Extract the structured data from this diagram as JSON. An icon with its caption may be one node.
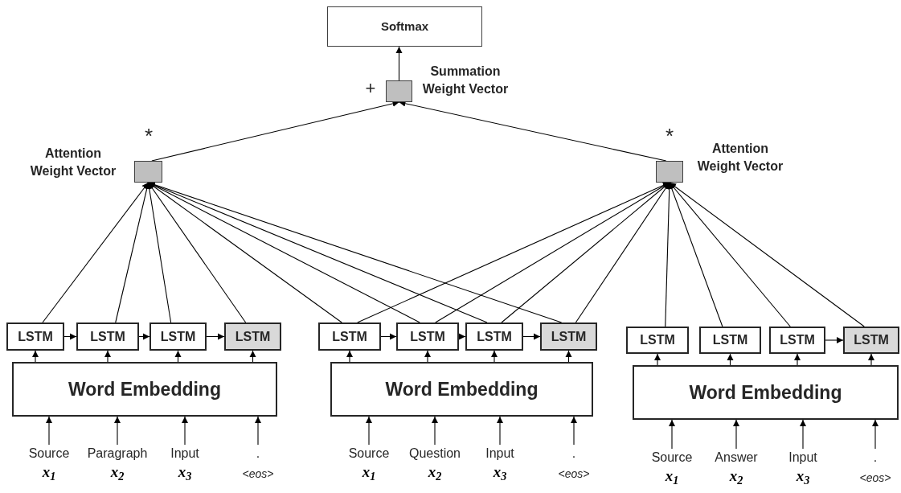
{
  "diagram": {
    "nodes": [
      {
        "text": [
          "Softmax"
        ]
      },
      {
        "text": [],
        "shape": "box",
        "beside": [
          "+",
          "Summation Weight Vector"
        ]
      },
      {
        "text": [],
        "shape": "box",
        "beside": [
          "*",
          "Attention Weight Vector"
        ]
      },
      {
        "text": [],
        "shape": "box",
        "beside": [
          "*",
          "Attention Weight Vector"
        ]
      },
      {
        "text": [
          "LSTM"
        ]
      },
      {
        "text": [
          "LSTM"
        ]
      },
      {
        "text": [
          "LSTM"
        ]
      },
      {
        "text": [
          "LSTM"
        ]
      },
      {
        "text": [
          "Word Embedding"
        ]
      },
      {
        "text": [
          "LSTM"
        ]
      },
      {
        "text": [
          "LSTM"
        ]
      },
      {
        "text": [
          "LSTM"
        ]
      },
      {
        "text": [
          "LSTM"
        ]
      },
      {
        "text": [
          "Word Embedding"
        ]
      },
      {
        "text": [
          "LSTM"
        ]
      },
      {
        "text": [
          "LSTM"
        ]
      },
      {
        "text": [
          "LSTM"
        ]
      },
      {
        "text": [
          "LSTM"
        ]
      },
      {
        "text": [
          "Word Embedding"
        ]
      },
      {
        "text": [
          "Source",
          "x$_{1}$"
        ]
      },
      {
        "text": [
          "Paragraph",
          "x$_{2}$"
        ]
      },
      {
        "text": [
          "Input",
          "x$_{3}$"
        ]
      },
      {
        "text": [
          ".",
          "<eos>"
        ]
      },
      {
        "text": [
          "Source",
          "x$_{1}$"
        ]
      },
      {
        "text": [
          "Question",
          "x$_{2}$"
        ]
      },
      {
        "text": [
          "Input",
          "x$_{3}$"
        ]
      },
      {
        "text": [
          ".",
          "<eos>"
        ]
      },
      {
        "text": [
          "Source",
          "x$_{1}$"
        ]
      },
      {
        "text": [
          "Answer",
          "x$_{2}$"
        ]
      },
      {
        "text": [
          "Input",
          "x$_{3}$"
        ]
      },
      {
        "text": [
          ".",
          "<eos>"
        ]
      }
    ],
    "edges": [
      {
        "from": 1,
        "to": 0,
        "arrow": "to"
      },
      {
        "from": 2,
        "to": 1,
        "arrow": "to"
      },
      {
        "from": 3,
        "to": 1,
        "arrow": "to"
      },
      {
        "from": 4,
        "to": 2,
        "arrow": "to"
      },
      {
        "from": 5,
        "to": 2,
        "arrow": "to"
      },
      {
        "from": 6,
        "to": 2,
        "arrow": "to"
      },
      {
        "from": 7,
        "to": 2,
        "arrow": "to"
      },
      {
        "from": 9,
        "to": 2,
        "arrow": "to"
      },
      {
        "from": 10,
        "to": 2,
        "arrow": "to"
      },
      {
        "from": 11,
        "to": 2,
        "arrow": "to"
      },
      {
        "from": 12,
        "to": 2,
        "arrow": "to"
      },
      {
        "from": 9,
        "to": 3,
        "arrow": "to"
      },
      {
        "from": 10,
        "to": 3,
        "arrow": "to"
      },
      {
        "from": 11,
        "to": 3,
        "arrow": "to"
      },
      {
        "from": 12,
        "to": 3,
        "arrow": "to"
      },
      {
        "from": 14,
        "to": 3,
        "arrow": "to"
      },
      {
        "from": 15,
        "to": 3,
        "arrow": "to"
      },
      {
        "from": 16,
        "to": 3,
        "arrow": "to"
      },
      {
        "from": 17,
        "to": 3,
        "arrow": "to"
      },
      {
        "from": 4,
        "to": 5,
        "arrow": "to"
      },
      {
        "from": 5,
        "to": 6,
        "arrow": "to"
      },
      {
        "from": 6,
        "to": 7,
        "arrow": "to"
      },
      {
        "from": 9,
        "to": 10,
        "arrow": "to"
      },
      {
        "from": 10,
        "to": 11,
        "arrow": "to"
      },
      {
        "from": 11,
        "to": 12,
        "arrow": "to"
      },
      {
        "from": 16,
        "to": 17,
        "arrow": "to"
      },
      {
        "from": 8,
        "to": 4,
        "arrow": "to"
      },
      {
        "from": 8,
        "to": 5,
        "arrow": "to"
      },
      {
        "from": 8,
        "to": 6,
        "arrow": "to"
      },
      {
        "from": 8,
        "to": 7,
        "arrow": "to"
      },
      {
        "from": 13,
        "to": 9,
        "arrow": "to"
      },
      {
        "from": 13,
        "to": 10,
        "arrow": "to"
      },
      {
        "from": 13,
        "to": 11,
        "arrow": "to"
      },
      {
        "from": 13,
        "to": 12,
        "arrow": "to"
      },
      {
        "from": 18,
        "to": 14,
        "arrow": "to"
      },
      {
        "from": 18,
        "to": 15,
        "arrow": "to"
      },
      {
        "from": 18,
        "to": 16,
        "arrow": "to"
      },
      {
        "from": 18,
        "to": 17,
        "arrow": "to"
      },
      {
        "from": 19,
        "to": 8,
        "arrow": "to"
      },
      {
        "from": 20,
        "to": 8,
        "arrow": "to"
      },
      {
        "from": 21,
        "to": 8,
        "arrow": "to"
      },
      {
        "from": 22,
        "to": 8,
        "arrow": "to"
      },
      {
        "from": 23,
        "to": 13,
        "arrow": "to"
      },
      {
        "from": 24,
        "to": 13,
        "arrow": "to"
      },
      {
        "from": 25,
        "to": 13,
        "arrow": "to"
      },
      {
        "from": 26,
        "to": 13,
        "arrow": "to"
      },
      {
        "from": 27,
        "to": 18,
        "arrow": "to"
      },
      {
        "from": 28,
        "to": 18,
        "arrow": "to"
      },
      {
        "from": 29,
        "to": 18,
        "arrow": "to"
      },
      {
        "from": 30,
        "to": 18,
        "arrow": "to"
      }
    ]
  }
}
